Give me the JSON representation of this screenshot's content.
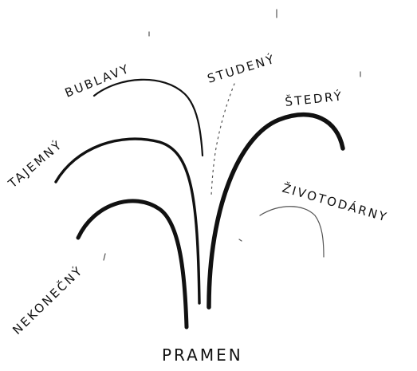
{
  "diagram": {
    "base_label": "PRAMEN",
    "words": [
      {
        "id": "bublavy",
        "label": "BUBLAVY"
      },
      {
        "id": "studeny",
        "label": "STUDENÝ"
      },
      {
        "id": "stedry",
        "label": "ŠTEDRÝ"
      },
      {
        "id": "tajemny",
        "label": "TAJEMNÝ"
      },
      {
        "id": "zivotodarny",
        "label": "ŽIVOTODÁRNY"
      },
      {
        "id": "nekonecny",
        "label": "NEKONEČNÝ"
      }
    ]
  }
}
